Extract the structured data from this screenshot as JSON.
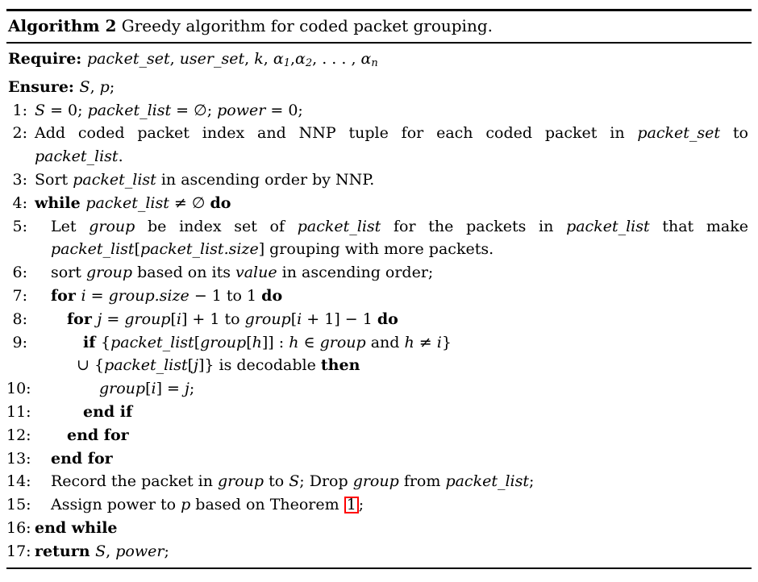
{
  "header": {
    "label": "Algorithm 2",
    "caption": " Greedy algorithm for coded packet grouping."
  },
  "colors": {
    "text": "#000000",
    "background": "#ffffff",
    "reference_box": "#ff0000"
  },
  "preamble": [
    {
      "segments": [
        {
          "t": "Require: ",
          "s": "b"
        },
        {
          "t": "packet_set",
          "s": "i"
        },
        {
          "t": ", ",
          "s": "r"
        },
        {
          "t": "user_set",
          "s": "i"
        },
        {
          "t": ", ",
          "s": "r"
        },
        {
          "t": "k",
          "s": "i"
        },
        {
          "t": ", ",
          "s": "r"
        },
        {
          "t": "α",
          "s": "i"
        },
        {
          "t": "1",
          "s": "s"
        },
        {
          "t": ",",
          "s": "r"
        },
        {
          "t": "α",
          "s": "i"
        },
        {
          "t": "2",
          "s": "s"
        },
        {
          "t": ", . . . , ",
          "s": "r"
        },
        {
          "t": "α",
          "s": "i"
        },
        {
          "t": "n",
          "s": "s"
        }
      ]
    },
    {
      "segments": [
        {
          "t": "Ensure: ",
          "s": "b"
        },
        {
          "t": "S",
          "s": "i"
        },
        {
          "t": ", ",
          "s": "r"
        },
        {
          "t": "p",
          "s": "i"
        },
        {
          "t": ";",
          "s": "r"
        }
      ]
    }
  ],
  "lines": [
    {
      "num": "1:",
      "indent": 0,
      "justify": false,
      "segments": [
        {
          "t": "S",
          "s": "i"
        },
        {
          "t": " = 0; ",
          "s": "r"
        },
        {
          "t": "packet_list",
          "s": "i"
        },
        {
          "t": " = ∅; ",
          "s": "r"
        },
        {
          "t": "power",
          "s": "i"
        },
        {
          "t": " = 0;",
          "s": "r"
        }
      ]
    },
    {
      "num": "2:",
      "indent": 0,
      "justify": true,
      "segments": [
        {
          "t": "Add coded packet index and NNP tuple for each coded packet in ",
          "s": "r"
        },
        {
          "t": "packet_set",
          "s": "i"
        },
        {
          "t": " to",
          "s": "r"
        }
      ]
    },
    {
      "num": "",
      "indent": 0,
      "justify": false,
      "segments": [
        {
          "t": "packet_list",
          "s": "i"
        },
        {
          "t": ".",
          "s": "r"
        }
      ]
    },
    {
      "num": "3:",
      "indent": 0,
      "justify": false,
      "segments": [
        {
          "t": "Sort ",
          "s": "r"
        },
        {
          "t": "packet_list",
          "s": "i"
        },
        {
          "t": " in ascending order by NNP.",
          "s": "r"
        }
      ]
    },
    {
      "num": "4:",
      "indent": 0,
      "justify": false,
      "segments": [
        {
          "t": "while ",
          "s": "b"
        },
        {
          "t": "packet_list",
          "s": "i"
        },
        {
          "t": " ≠ ∅ ",
          "s": "r"
        },
        {
          "t": "do",
          "s": "b"
        }
      ]
    },
    {
      "num": "5:",
      "indent": 1,
      "justify": true,
      "segments": [
        {
          "t": "Let ",
          "s": "r"
        },
        {
          "t": "group",
          "s": "i"
        },
        {
          "t": " be index set of ",
          "s": "r"
        },
        {
          "t": "packet_list",
          "s": "i"
        },
        {
          "t": " for the packets in ",
          "s": "r"
        },
        {
          "t": "packet_list",
          "s": "i"
        },
        {
          "t": " that make",
          "s": "r"
        }
      ]
    },
    {
      "num": "",
      "indent": 1,
      "justify": false,
      "segments": [
        {
          "t": "packet_list",
          "s": "i"
        },
        {
          "t": "[",
          "s": "r"
        },
        {
          "t": "packet_list.size",
          "s": "i"
        },
        {
          "t": "] grouping with more packets.",
          "s": "r"
        }
      ]
    },
    {
      "num": "6:",
      "indent": 1,
      "justify": false,
      "segments": [
        {
          "t": "sort ",
          "s": "r"
        },
        {
          "t": "group",
          "s": "i"
        },
        {
          "t": " based on its ",
          "s": "r"
        },
        {
          "t": "value",
          "s": "i"
        },
        {
          "t": " in ascending order;",
          "s": "r"
        }
      ]
    },
    {
      "num": "7:",
      "indent": 1,
      "justify": false,
      "segments": [
        {
          "t": "for ",
          "s": "b"
        },
        {
          "t": "i",
          "s": "i"
        },
        {
          "t": " = ",
          "s": "r"
        },
        {
          "t": "group.size",
          "s": "i"
        },
        {
          "t": " − 1 to 1 ",
          "s": "r"
        },
        {
          "t": "do",
          "s": "b"
        }
      ]
    },
    {
      "num": "8:",
      "indent": 2,
      "justify": false,
      "segments": [
        {
          "t": "for ",
          "s": "b"
        },
        {
          "t": "j",
          "s": "i"
        },
        {
          "t": " = ",
          "s": "r"
        },
        {
          "t": "group",
          "s": "i"
        },
        {
          "t": "[",
          "s": "r"
        },
        {
          "t": "i",
          "s": "i"
        },
        {
          "t": "] + 1 to ",
          "s": "r"
        },
        {
          "t": "group",
          "s": "i"
        },
        {
          "t": "[",
          "s": "r"
        },
        {
          "t": "i",
          "s": "i"
        },
        {
          "t": " + 1] − 1 ",
          "s": "r"
        },
        {
          "t": "do",
          "s": "b"
        }
      ]
    },
    {
      "num": "9:",
      "indent": 3,
      "justify": false,
      "segments": [
        {
          "t": "if ",
          "s": "b"
        },
        {
          "t": "{",
          "s": "r"
        },
        {
          "t": "packet_list",
          "s": "i"
        },
        {
          "t": "[",
          "s": "r"
        },
        {
          "t": "group",
          "s": "i"
        },
        {
          "t": "[",
          "s": "r"
        },
        {
          "t": "h",
          "s": "i"
        },
        {
          "t": "]] : ",
          "s": "r"
        },
        {
          "t": "h",
          "s": "i"
        },
        {
          "t": " ∈ ",
          "s": "r"
        },
        {
          "t": "group",
          "s": "i"
        },
        {
          "t": " and ",
          "s": "r"
        },
        {
          "t": "h",
          "s": "i"
        },
        {
          "t": " ≠ ",
          "s": "r"
        },
        {
          "t": "i",
          "s": "i"
        },
        {
          "t": "}",
          "s": "r"
        }
      ]
    },
    {
      "num": "",
      "indent": 2.6,
      "justify": false,
      "segments": [
        {
          "t": "∪ {",
          "s": "r"
        },
        {
          "t": "packet_list",
          "s": "i"
        },
        {
          "t": "[",
          "s": "r"
        },
        {
          "t": "j",
          "s": "i"
        },
        {
          "t": "]} is decodable ",
          "s": "r"
        },
        {
          "t": "then",
          "s": "b"
        }
      ]
    },
    {
      "num": "10:",
      "indent": 4,
      "justify": false,
      "segments": [
        {
          "t": "group",
          "s": "i"
        },
        {
          "t": "[",
          "s": "r"
        },
        {
          "t": "i",
          "s": "i"
        },
        {
          "t": "] = ",
          "s": "r"
        },
        {
          "t": "j",
          "s": "i"
        },
        {
          "t": ";",
          "s": "r"
        }
      ]
    },
    {
      "num": "11:",
      "indent": 3,
      "justify": false,
      "segments": [
        {
          "t": "end if",
          "s": "b"
        }
      ]
    },
    {
      "num": "12:",
      "indent": 2,
      "justify": false,
      "segments": [
        {
          "t": "end for",
          "s": "b"
        }
      ]
    },
    {
      "num": "13:",
      "indent": 1,
      "justify": false,
      "segments": [
        {
          "t": "end for",
          "s": "b"
        }
      ]
    },
    {
      "num": "14:",
      "indent": 1,
      "justify": false,
      "segments": [
        {
          "t": "Record the packet in ",
          "s": "r"
        },
        {
          "t": "group",
          "s": "i"
        },
        {
          "t": " to ",
          "s": "r"
        },
        {
          "t": "S",
          "s": "i"
        },
        {
          "t": "; Drop ",
          "s": "r"
        },
        {
          "t": "group",
          "s": "i"
        },
        {
          "t": " from ",
          "s": "r"
        },
        {
          "t": "packet_list",
          "s": "i"
        },
        {
          "t": ";",
          "s": "r"
        }
      ]
    },
    {
      "num": "15:",
      "indent": 1,
      "justify": false,
      "segments": [
        {
          "t": "Assign power to ",
          "s": "r"
        },
        {
          "t": "p",
          "s": "i"
        },
        {
          "t": " based on Theorem ",
          "s": "r"
        },
        {
          "t": "1",
          "s": "x"
        },
        {
          "t": ";",
          "s": "r"
        }
      ]
    },
    {
      "num": "16:",
      "indent": 0,
      "justify": false,
      "segments": [
        {
          "t": "end while",
          "s": "b"
        }
      ]
    },
    {
      "num": "17:",
      "indent": 0,
      "justify": false,
      "segments": [
        {
          "t": "return ",
          "s": "b"
        },
        {
          "t": " ",
          "s": "r"
        },
        {
          "t": "S",
          "s": "i"
        },
        {
          "t": ", ",
          "s": "r"
        },
        {
          "t": "power",
          "s": "i"
        },
        {
          "t": ";",
          "s": "r"
        }
      ]
    }
  ]
}
